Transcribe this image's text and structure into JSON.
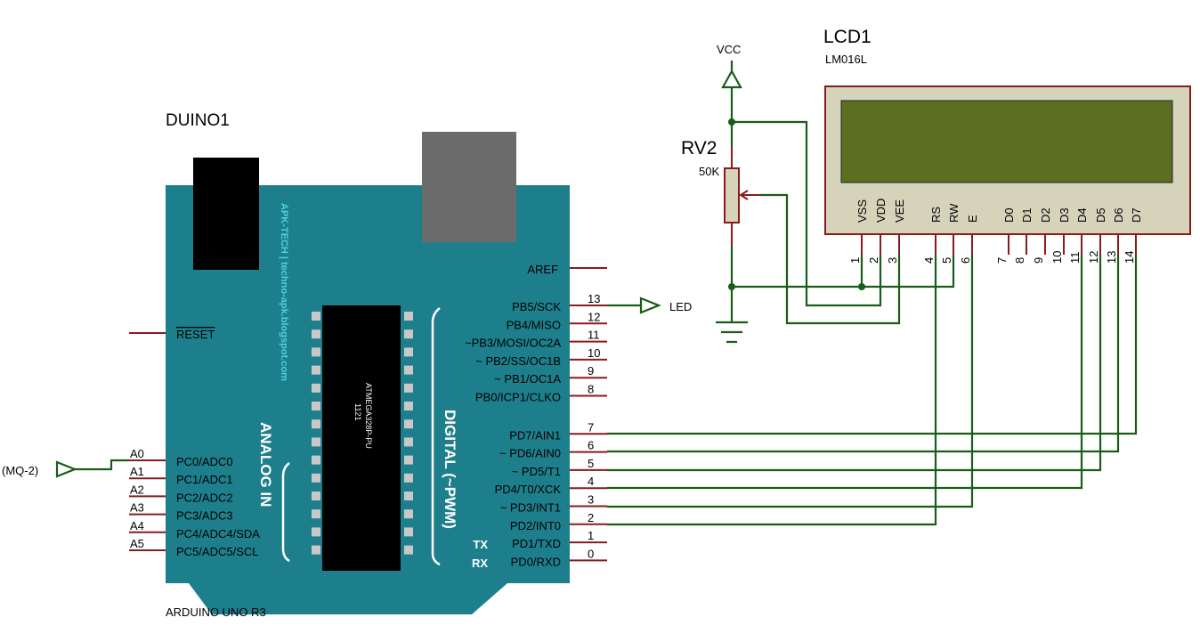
{
  "arduino": {
    "ref": "DUINO1",
    "model": "ARDUINO UNO R3",
    "watermark": "APK-TECH | techno-apk.blogspot.com",
    "chip_part": "ATMEGA328P-PU",
    "chip_code": "1121",
    "analog_title": "ANALOG IN",
    "digital_title": "DIGITAL (~PWM)",
    "reset_label": "RESET",
    "aref_label": "AREF",
    "tx_label": "TX",
    "rx_label": "RX",
    "analog_pins": [
      {
        "num": "A0",
        "name": "PC0/ADC0"
      },
      {
        "num": "A1",
        "name": "PC1/ADC1"
      },
      {
        "num": "A2",
        "name": "PC2/ADC2"
      },
      {
        "num": "A3",
        "name": "PC3/ADC3"
      },
      {
        "num": "A4",
        "name": "PC4/ADC4/SDA"
      },
      {
        "num": "A5",
        "name": "PC5/ADC5/SCL"
      }
    ],
    "digital_pins": [
      {
        "num": "13",
        "name": "PB5/SCK"
      },
      {
        "num": "12",
        "name": "PB4/MISO"
      },
      {
        "num": "11",
        "name": "~PB3/MOSI/OC2A"
      },
      {
        "num": "10",
        "name": "~ PB2/SS/OC1B"
      },
      {
        "num": "9",
        "name": "~ PB1/OC1A"
      },
      {
        "num": "8",
        "name": "PB0/ICP1/CLKO"
      },
      {
        "num": "7",
        "name": "PD7/AIN1"
      },
      {
        "num": "6",
        "name": "~ PD6/AIN0"
      },
      {
        "num": "5",
        "name": "~ PD5/T1"
      },
      {
        "num": "4",
        "name": "PD4/T0/XCK"
      },
      {
        "num": "3",
        "name": "~ PD3/INT1"
      },
      {
        "num": "2",
        "name": "PD2/INT0"
      },
      {
        "num": "1",
        "name": "PD1/TXD"
      },
      {
        "num": "0",
        "name": "PD0/RXD"
      }
    ]
  },
  "lcd": {
    "ref": "LCD1",
    "model": "LM016L",
    "pins": [
      {
        "name": "VSS",
        "num": "1"
      },
      {
        "name": "VDD",
        "num": "2"
      },
      {
        "name": "VEE",
        "num": "3"
      },
      {
        "name": "RS",
        "num": "4"
      },
      {
        "name": "RW",
        "num": "5"
      },
      {
        "name": "E",
        "num": "6"
      },
      {
        "name": "D0",
        "num": "7"
      },
      {
        "name": "D1",
        "num": "8"
      },
      {
        "name": "D2",
        "num": "9"
      },
      {
        "name": "D3",
        "num": "10"
      },
      {
        "name": "D4",
        "num": "11"
      },
      {
        "name": "D5",
        "num": "12"
      },
      {
        "name": "D6",
        "num": "13"
      },
      {
        "name": "D7",
        "num": "14"
      }
    ]
  },
  "pot": {
    "ref": "RV2",
    "value": "50K"
  },
  "power": {
    "vcc": "VCC"
  },
  "terminals": {
    "led": "LED",
    "sensor": "(MQ-2)"
  },
  "colors": {
    "board": "#1e7f8c",
    "wire": "#1a5c1a",
    "pin": "#8b1a1a",
    "lcd_screen": "#5c6e22",
    "lcd_bezel": "#d6d3bb"
  }
}
